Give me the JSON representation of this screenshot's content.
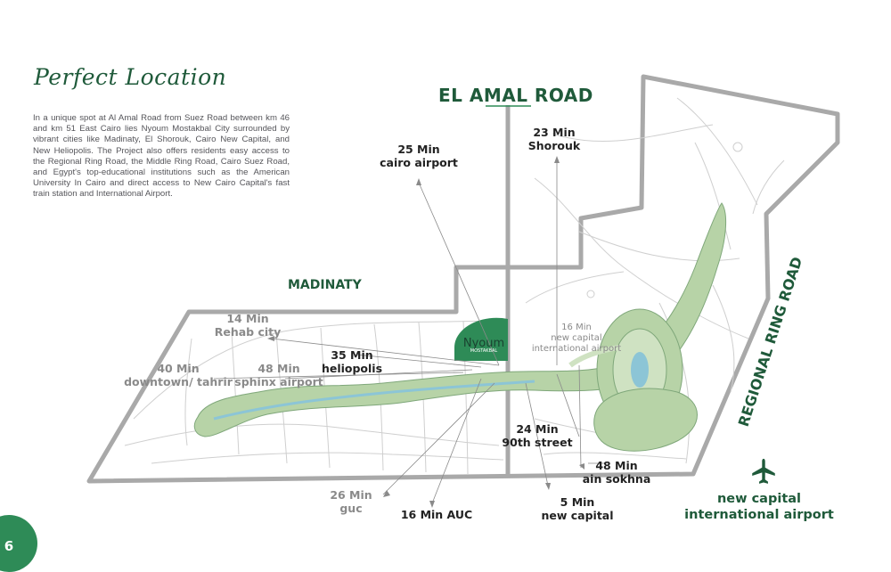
{
  "heading": {
    "title": "Perfect Location"
  },
  "description": "In a unique spot at Al Amal Road from Suez Road between km 46 and km 51 East Cairo lies Nyoum Mostakbal City surrounded by vibrant cities like Madinaty, El Shorouk, Cairo New Capital, and New Heliopolis. The Project also offers residents easy access to the Regional Ring Road, the Middle Ring Road, Cairo Suez Road, and Egypt's top-educational institutions such as the American University In Cairo and direct access to New Cairo Capital's fast train station and International Airport.",
  "roads": {
    "el_amal": "EL AMAL ROAD",
    "regional_ring": "REGIONAL RING ROAD",
    "madinaty": "MADINATY"
  },
  "logo": {
    "name": "Nyoum",
    "sub": "MOSTAKBAL"
  },
  "destinations": {
    "cairo_airport": {
      "time": "25 Min",
      "place": "cairo airport"
    },
    "shorouk": {
      "time": "23 Min",
      "place": "Shorouk"
    },
    "rehab": {
      "time": "14 Min",
      "place": "Rehab city"
    },
    "heliopolis": {
      "time": "35 Min",
      "place": "heliopolis"
    },
    "downtown": {
      "time": "40 Min",
      "place": "downtown/ tahrir"
    },
    "sphinx": {
      "time": "48 Min",
      "place": "sphinx airport"
    },
    "new_capital_airport_time": {
      "time": "16 Min",
      "place1": "new capital",
      "place2": "international airport"
    },
    "street90": {
      "time": "24 Min",
      "place": "90th street"
    },
    "sokhna": {
      "time": "48 Min",
      "place": "ain sokhna"
    },
    "guc": {
      "time": "26 Min",
      "place": "guc"
    },
    "auc": {
      "label": "16 Min AUC"
    },
    "new_capital": {
      "time": "5 Min",
      "place": "new capital"
    }
  },
  "airport": {
    "line1": "new capital",
    "line2": "international airport",
    "icon": "airplane-icon"
  },
  "page": {
    "number": "6"
  },
  "colors": {
    "brand_green": "#1f5a3a",
    "accent_green": "#2e8b57",
    "road_grey": "#a8a8a8",
    "land_green": "#b7d3a7"
  }
}
